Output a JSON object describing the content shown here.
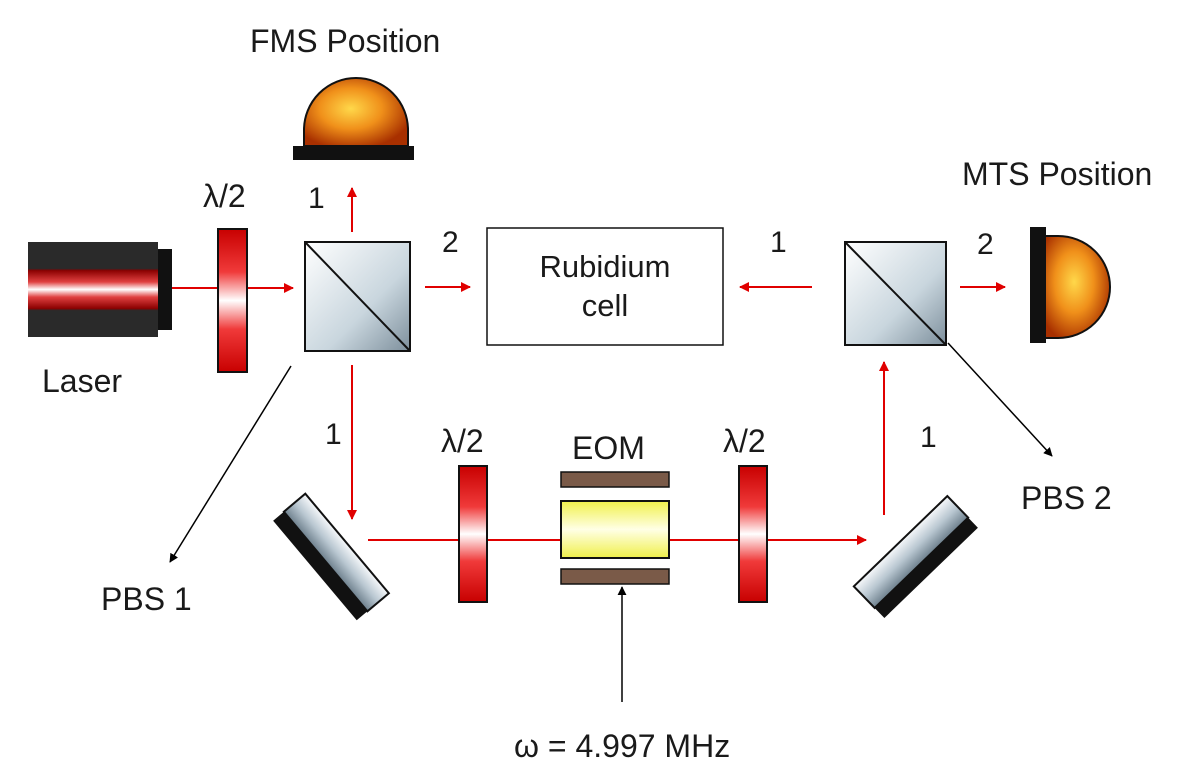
{
  "labels": {
    "fms_position": "FMS Position",
    "mts_position": "MTS Position",
    "laser": "Laser",
    "half_wave_1": "λ/2",
    "half_wave_2": "λ/2",
    "half_wave_3": "λ/2",
    "eom": "EOM",
    "rubidium_line1": "Rubidium",
    "rubidium_line2": "cell",
    "pbs1": "PBS 1",
    "pbs2": "PBS 2",
    "frequency": "ω = 4.997 MHz",
    "port_1_fms": "1",
    "port_2_cell": "2",
    "port_1_down": "1",
    "port_1_cell_right": "1",
    "port_2_mts": "2",
    "port_1_mirror": "1"
  },
  "colors": {
    "beam": "#e00000",
    "waveplate": "#e01010",
    "detector": "#e07010",
    "eom_crystal": "#f2f25a",
    "eom_electrode": "#7a5a48"
  }
}
